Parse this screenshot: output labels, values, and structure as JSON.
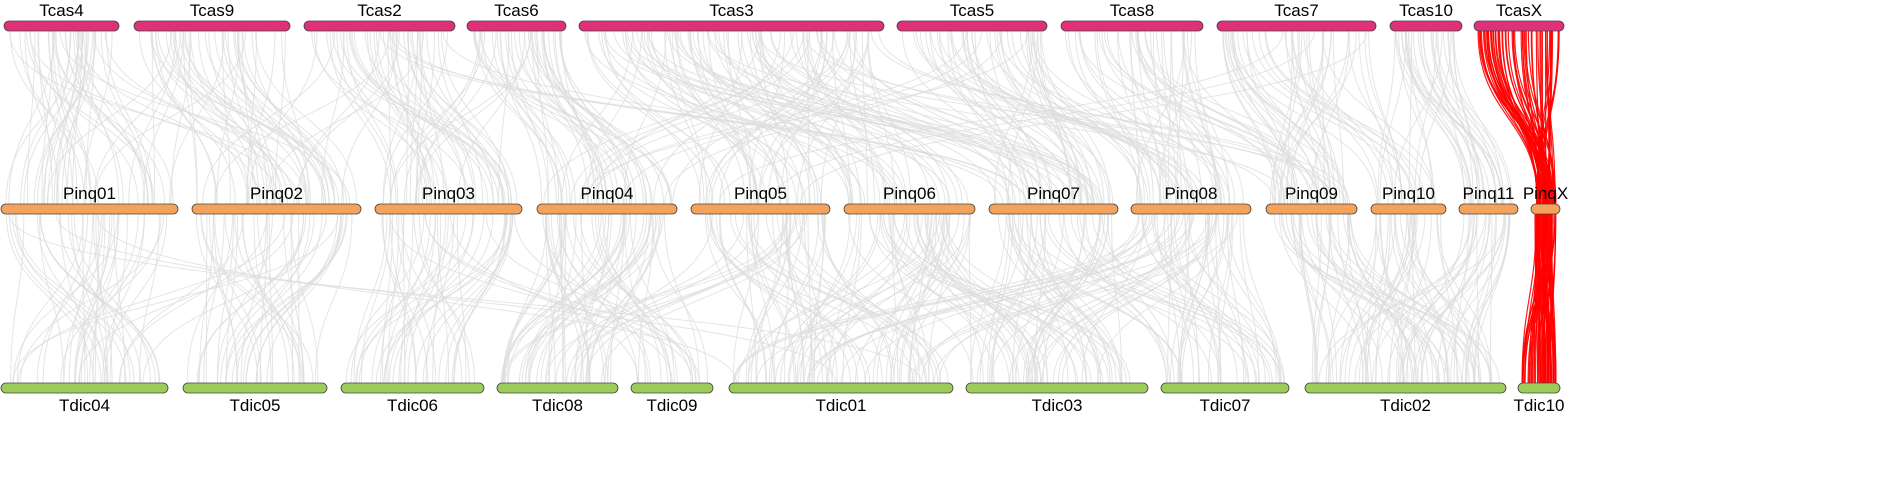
{
  "colors": {
    "top_bar": "#e0307a",
    "middle_bar": "#f5a35c",
    "bottom_bar": "#9ccc5a",
    "link_default": "#dcdcdc",
    "link_highlight": "#ff0000"
  },
  "tracks": {
    "top": [
      {
        "name": "Tcas4"
      },
      {
        "name": "Tcas9"
      },
      {
        "name": "Tcas2"
      },
      {
        "name": "Tcas6"
      },
      {
        "name": "Tcas3"
      },
      {
        "name": "Tcas5"
      },
      {
        "name": "Tcas8"
      },
      {
        "name": "Tcas7"
      },
      {
        "name": "Tcas10"
      },
      {
        "name": "TcasX"
      }
    ],
    "middle": [
      {
        "name": "Pinq01"
      },
      {
        "name": "Pinq02"
      },
      {
        "name": "Pinq03"
      },
      {
        "name": "Pinq04"
      },
      {
        "name": "Pinq05"
      },
      {
        "name": "Pinq06"
      },
      {
        "name": "Pinq07"
      },
      {
        "name": "Pinq08"
      },
      {
        "name": "Pinq09"
      },
      {
        "name": "Pinq10"
      },
      {
        "name": "Pinq11"
      },
      {
        "name": "PinqX"
      }
    ],
    "bottom": [
      {
        "name": "Tdic04"
      },
      {
        "name": "Tdic05"
      },
      {
        "name": "Tdic06"
      },
      {
        "name": "Tdic08"
      },
      {
        "name": "Tdic09"
      },
      {
        "name": "Tdic01"
      },
      {
        "name": "Tdic03"
      },
      {
        "name": "Tdic07"
      },
      {
        "name": "Tdic02"
      },
      {
        "name": "Tdic10"
      }
    ]
  }
}
